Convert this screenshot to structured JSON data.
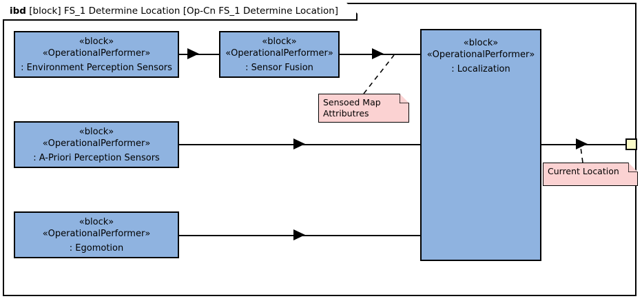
{
  "diagram": {
    "kind": "ibd",
    "title_prefix": "ibd",
    "title_text": "[block] FS_1 Determine Location [Op-Cn FS_1 Determine Location]",
    "frame_border_color": "#000000",
    "background_color": "#ffffff"
  },
  "colors": {
    "block_fill": "#8fb3e0",
    "block_border": "#000000",
    "note_fill": "#fbd2d2",
    "note_border": "#000000",
    "port_fill": "#fbfbc8",
    "connector": "#000000"
  },
  "blocks": [
    {
      "id": "environment-perception-sensors",
      "stereotype_block": "«block»",
      "stereotype_role": "«OperationalPerformer»",
      "instance_name": ": Environment Perception Sensors"
    },
    {
      "id": "sensor-fusion",
      "stereotype_block": "«block»",
      "stereotype_role": "«OperationalPerformer»",
      "instance_name": ": Sensor Fusion"
    },
    {
      "id": "localization",
      "stereotype_block": "«block»",
      "stereotype_role": "«OperationalPerformer»",
      "instance_name": ": Localization"
    },
    {
      "id": "a-priori-perception-sensors",
      "stereotype_block": "«block»",
      "stereotype_role": "«OperationalPerformer»",
      "instance_name": ": A-Priori Perception Sensors"
    },
    {
      "id": "egomotion",
      "stereotype_block": "«block»",
      "stereotype_role": "«OperationalPerformer»",
      "instance_name": ": Egomotion"
    }
  ],
  "notes": [
    {
      "id": "sensoed-map-attributres",
      "text": "Sensoed Map\nAttributres",
      "attached_to": "sensor-fusion-to-localization-flow"
    },
    {
      "id": "current-location",
      "text": "Current Location",
      "attached_to": "localization-to-port-flow"
    }
  ],
  "connectors": [
    {
      "id": "env-sensors-to-sensor-fusion",
      "from": "environment-perception-sensors",
      "to": "sensor-fusion",
      "style": "solid",
      "arrow": "filled-triangle"
    },
    {
      "id": "sensor-fusion-to-localization",
      "from": "sensor-fusion",
      "to": "localization",
      "style": "solid",
      "arrow": "filled-triangle"
    },
    {
      "id": "a-priori-to-localization",
      "from": "a-priori-perception-sensors",
      "to": "localization",
      "style": "solid",
      "arrow": "filled-triangle"
    },
    {
      "id": "egomotion-to-localization",
      "from": "egomotion",
      "to": "localization",
      "style": "solid",
      "arrow": "filled-triangle"
    },
    {
      "id": "localization-to-boundary-port",
      "from": "localization",
      "to": "boundary-port",
      "style": "solid",
      "arrow": "filled-triangle"
    }
  ],
  "ports": [
    {
      "id": "boundary-port",
      "label": "",
      "fill": "#fbfbc8"
    }
  ]
}
